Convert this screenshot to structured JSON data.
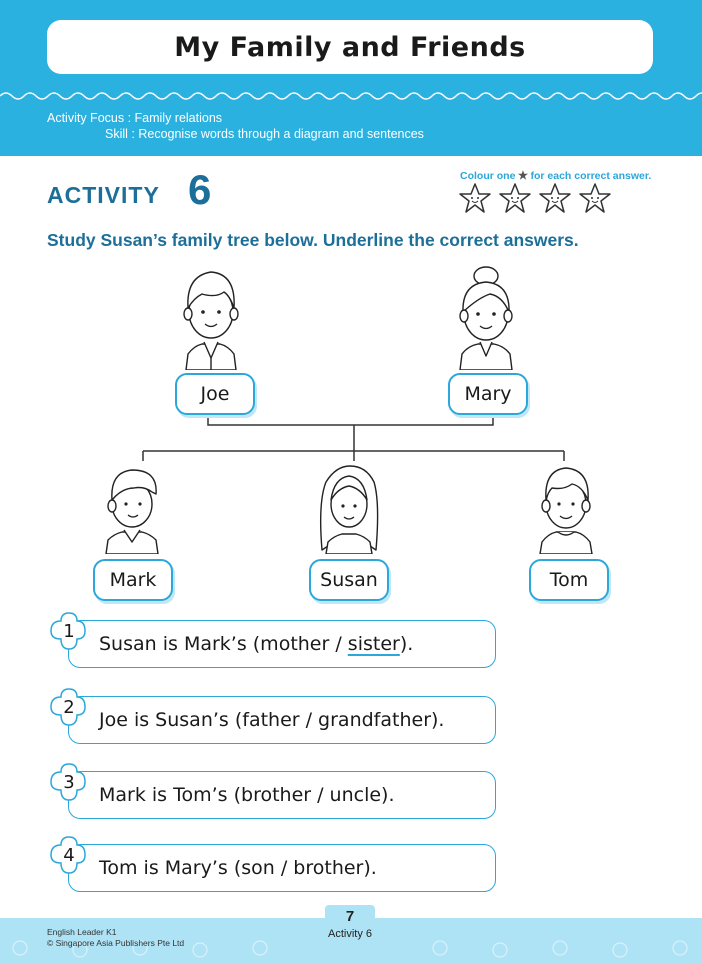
{
  "header": {
    "title": "My Family and Friends",
    "activity_focus": "Activity Focus : Family relations",
    "skill": "Skill : Recognise words through a diagram and sentences"
  },
  "activity": {
    "label": "ACTIVITY",
    "number": "6",
    "colour_note_prefix": "Colour one",
    "colour_note_suffix": "for each correct answer.",
    "star_count": 4,
    "instruction": "Study Susan’s family tree below. Underline the correct answers."
  },
  "family_tree": {
    "parents": [
      "Joe",
      "Mary"
    ],
    "children": [
      "Mark",
      "Susan",
      "Tom"
    ]
  },
  "questions": [
    {
      "num": "1",
      "pre": "Susan is Mark’s (mother / ",
      "underlined": "sister",
      "post": ")."
    },
    {
      "num": "2",
      "pre": "Joe is Susan’s (father / grandfather).",
      "underlined": "",
      "post": ""
    },
    {
      "num": "3",
      "pre": "Mark is Tom’s (brother / uncle).",
      "underlined": "",
      "post": ""
    },
    {
      "num": "4",
      "pre": "Tom is Mary’s (son / brother).",
      "underlined": "",
      "post": ""
    }
  ],
  "footer": {
    "book": "English Leader K1",
    "copyright": "© Singapore Asia Publishers Pte Ltd",
    "page_number": "7",
    "page_label": "Activity 6"
  },
  "colors": {
    "brand_blue": "#2bb1df",
    "heading_blue": "#1c6f99",
    "footer_blue": "#aee3f6"
  }
}
